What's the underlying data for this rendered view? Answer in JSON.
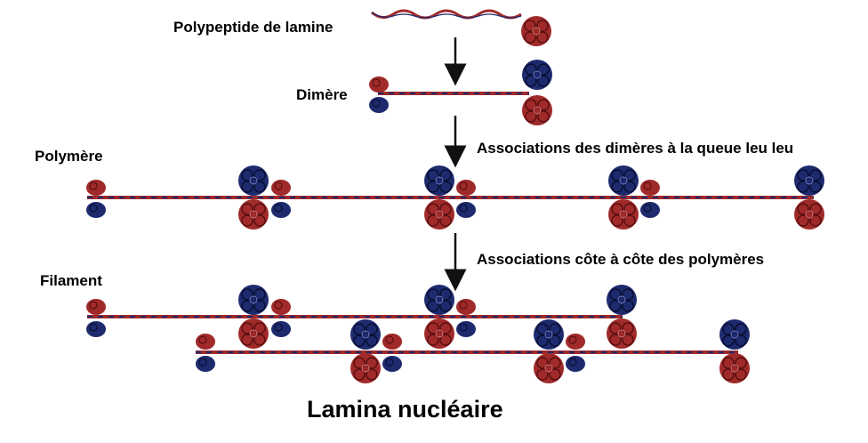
{
  "title": "Lamina nucléaire",
  "stages": {
    "polypeptide": "Polypeptide de lamine",
    "dimer": "Dimère",
    "polymer": "Polymère",
    "filament": "Filament"
  },
  "steps": {
    "head_to_tail": "Associations des dimères à la queue leu leu",
    "side_by_side": "Associations côte à côte des polymères"
  },
  "colors": {
    "red": "#a02a2a",
    "blue": "#1e2a6e",
    "arrow": "#111111"
  }
}
